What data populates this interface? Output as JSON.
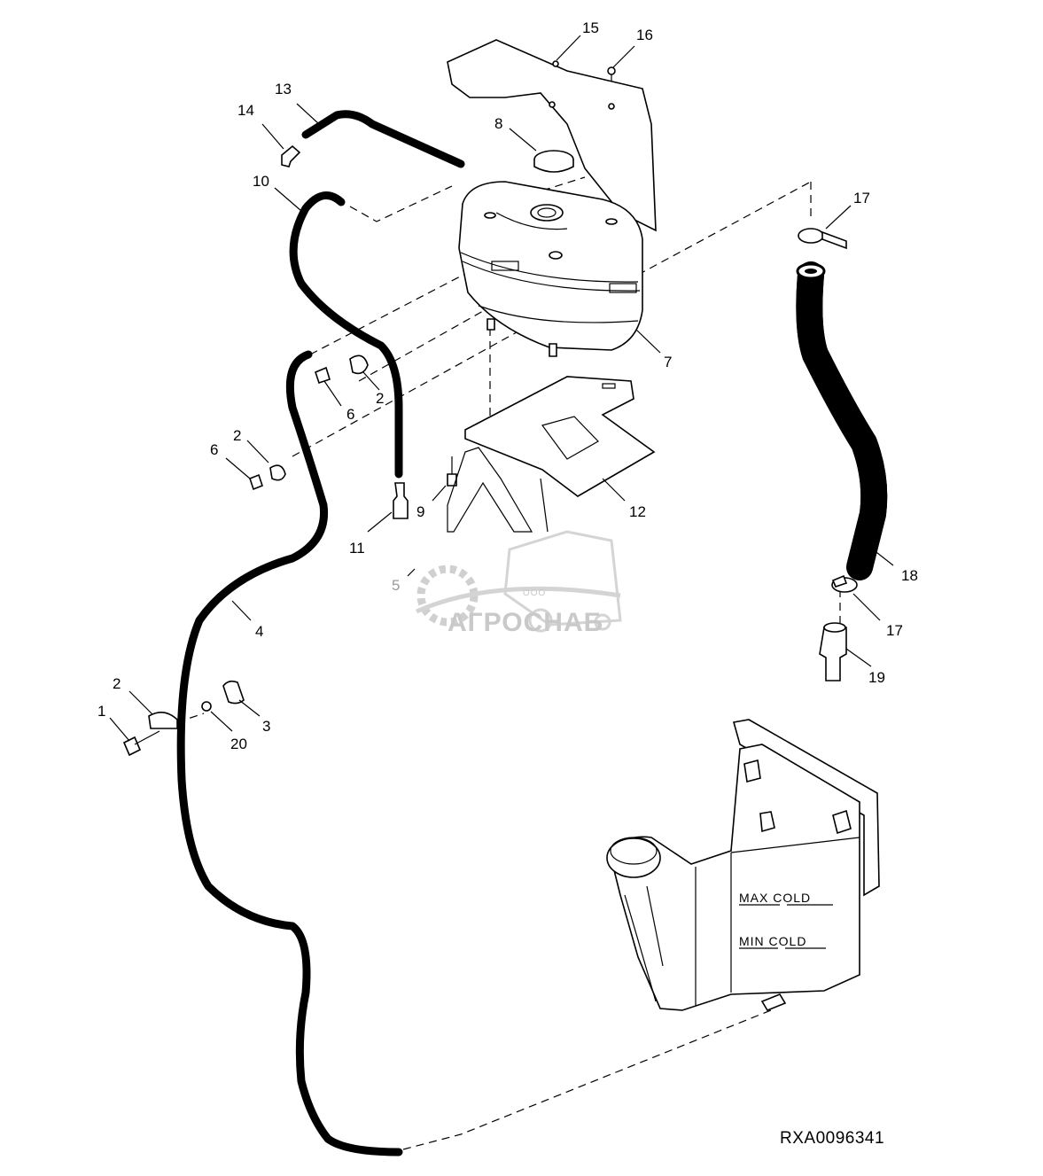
{
  "diagram": {
    "reference_code": "RXA0096341",
    "callouts": [
      "1",
      "2",
      "3",
      "4",
      "5",
      "6",
      "7",
      "8",
      "9",
      "10",
      "11",
      "12",
      "13",
      "14",
      "15",
      "16",
      "17",
      "18",
      "19",
      "20"
    ],
    "tank_markings": {
      "max_cold": "MAX COLD",
      "min_cold": "MIN COLD"
    },
    "watermark": {
      "brand": "АГРОСНАБ",
      "prefix": "ООО"
    }
  }
}
